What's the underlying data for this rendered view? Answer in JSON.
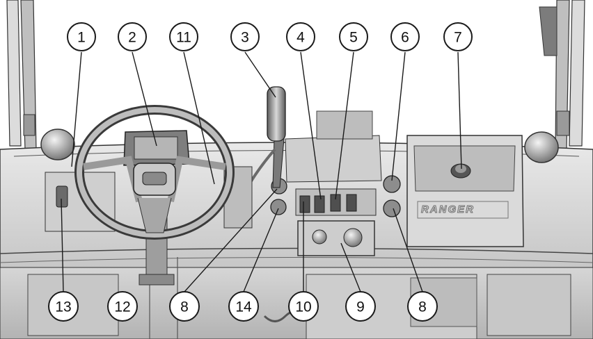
{
  "illustration": {
    "brand_text": "RANGER"
  },
  "callouts": {
    "c1": "1",
    "c2": "2",
    "c11": "11",
    "c3": "3",
    "c4": "4",
    "c5": "5",
    "c6": "6",
    "c7": "7",
    "c13": "13",
    "c12": "12",
    "c8a": "8",
    "c14": "14",
    "c10": "10",
    "c9": "9",
    "c8b": "8"
  },
  "colors": {
    "line": "#1a1a1a",
    "panel_light": "#e4e4e4",
    "panel_mid": "#c9c9c9",
    "panel_dark": "#8a8a8a"
  }
}
